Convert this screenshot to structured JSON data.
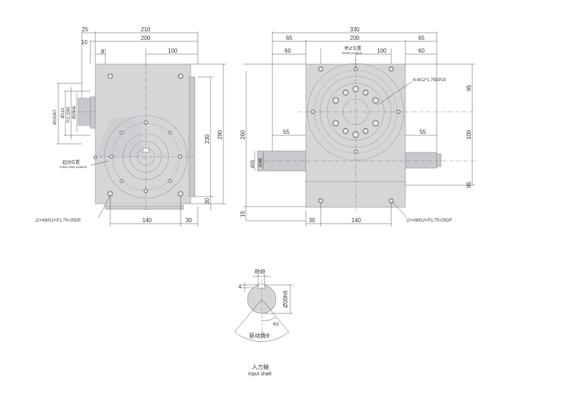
{
  "left_view": {
    "dims": {
      "d25": "25",
      "d210": "210",
      "d10": "10",
      "d200": "200",
      "d8": "8",
      "d100": "100",
      "d150h7": "Ø150h7",
      "d110": "Ø110",
      "pcd80": "P.C.D80",
      "d25h6": "Ø25h6",
      "d230": "230",
      "d290": "290",
      "d30v": "30",
      "d140": "140",
      "d30h": "30"
    },
    "index_start_label_cn": "起动位置",
    "index_start_label_en": "Index start position",
    "bolt_note": "(2×4)M12×P1.75×25DP"
  },
  "right_view": {
    "dims": {
      "d330": "330",
      "d65a": "65",
      "d200": "200",
      "d65b": "65",
      "d60a": "60",
      "d100": "100",
      "d60b": "60",
      "d95a": "95",
      "d100v": "100",
      "d95b": "95",
      "d260": "260",
      "d55a": "55",
      "d55b": "55",
      "d35": "Ø35",
      "d30h6": "30h6",
      "d15": "15",
      "d30": "30",
      "d140": "140"
    },
    "dwell_label_cn": "停止位置",
    "dwell_label_en": "Dwell position",
    "tapped_holes": "6-M12*1.75DP20",
    "bolt_note": "(2×4)M12×P1.75×25DP"
  },
  "shaft_view": {
    "keyway": "8N9",
    "key_depth": "4",
    "diameter": "Ø30h6",
    "half_angle": "θ/2",
    "drive_angle": "驱动角θ",
    "caption_cn": "入力轴",
    "caption_en": "Input shaft"
  }
}
